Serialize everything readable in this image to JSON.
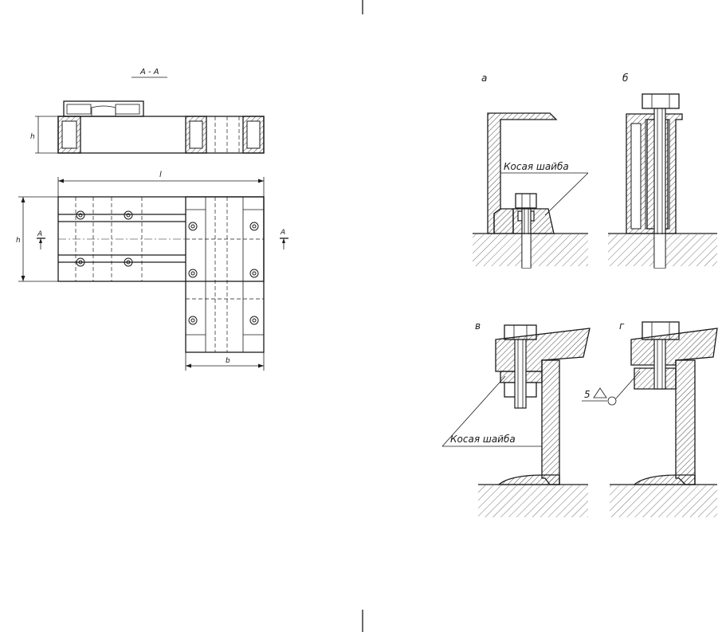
{
  "left": {
    "section_label": "A - A",
    "section_mark": "A",
    "dim_length": "l",
    "dim_width": "b",
    "dim_height": "h"
  },
  "right": {
    "views": [
      {
        "key": "a",
        "label": "а"
      },
      {
        "key": "b",
        "label": "б"
      },
      {
        "key": "v",
        "label": "в"
      },
      {
        "key": "g",
        "label": "г"
      }
    ],
    "washer_label": "Косая шайба",
    "weld_symbol": "5"
  }
}
